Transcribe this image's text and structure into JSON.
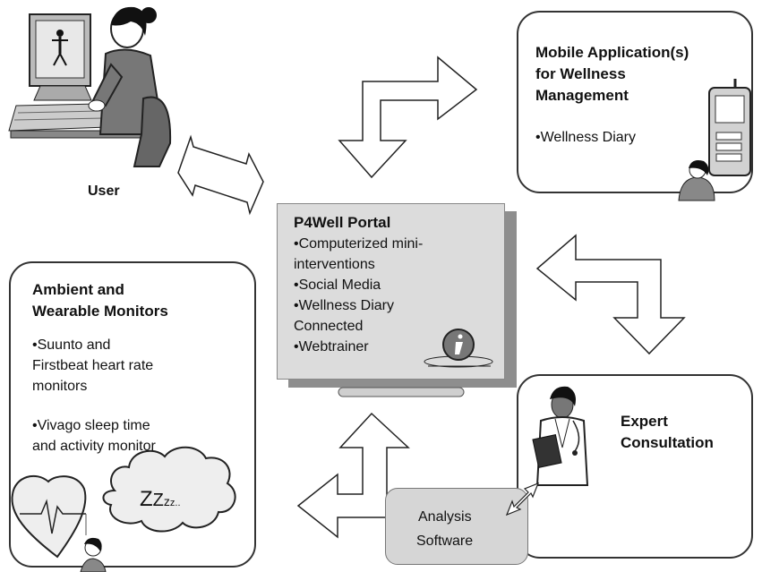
{
  "user": {
    "label": "User"
  },
  "mobile": {
    "title_lines": [
      "Mobile Application(s)",
      "for Wellness",
      "Management"
    ],
    "items": [
      "•Wellness Diary"
    ]
  },
  "portal": {
    "title": "P4Well Portal",
    "lines": [
      "•Computerized mini-",
      "interventions",
      "•Social Media",
      "•Wellness Diary",
      "Connected",
      "•Webtrainer"
    ]
  },
  "monitors": {
    "title_lines": [
      "Ambient and",
      "Wearable Monitors"
    ],
    "item1_lines": [
      "•Suunto and",
      "Firstbeat heart rate",
      "monitors"
    ],
    "item2_lines": [
      "•Vivago sleep time",
      "and activity monitor"
    ],
    "sleep_text": "ZZzz.."
  },
  "expert": {
    "title_lines": [
      "Expert",
      "Consultation"
    ]
  },
  "analysis": {
    "lines": [
      "Analysis",
      "Software"
    ]
  },
  "icons": [
    "computer-user-icon",
    "mobile-phone-icon",
    "person-icon",
    "info-icon",
    "doctor-icon",
    "heart-icon",
    "cloud-icon"
  ]
}
